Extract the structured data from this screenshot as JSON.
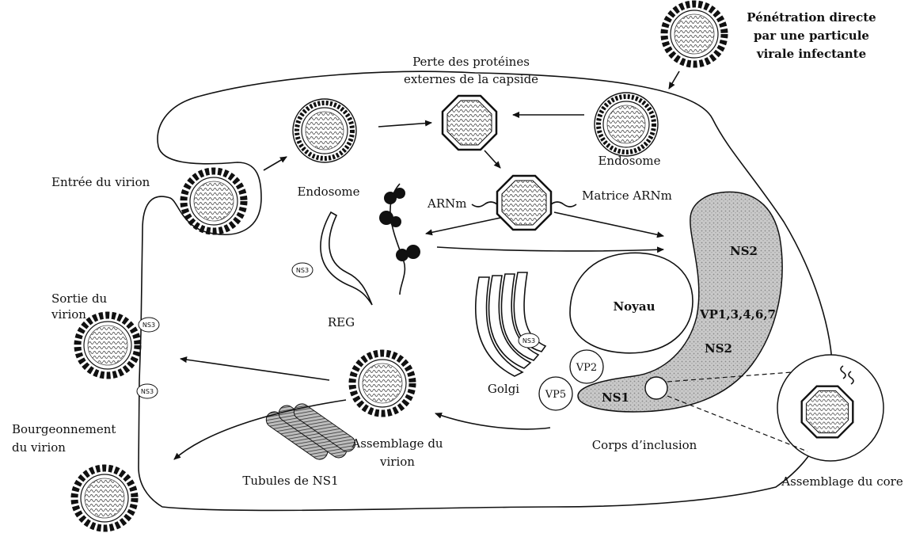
{
  "labels": {
    "penetration_line1": "Pénétration directe",
    "penetration_line2": "par une particule",
    "penetration_line3": "virale infectante",
    "perte_line1": "Perte des protéines",
    "perte_line2": "externes de la capside",
    "endosome_right": "Endosome",
    "endosome_left": "Endosome",
    "entree": "Entrée du virion",
    "arnm": "ARNm",
    "matrice": "Matrice ARNm",
    "ns2_top": "NS2",
    "noyau": "Noyau",
    "vp_list": "VP1,3,4,6,7",
    "ns2_mid": "NS2",
    "vp2": "VP2",
    "vp5": "VP5",
    "ns1_body": "NS1",
    "reg": "REG",
    "golgi": "Golgi",
    "sortie_line1": "Sortie du",
    "sortie_line2": "virion",
    "bourgeon_line1": "Bourgeonnement",
    "bourgeon_line2": "du virion",
    "assemblage_virion_line1": "Assemblage du",
    "assemblage_virion_line2": "virion",
    "corps": "Corps d’inclusion",
    "tubules": "Tubules de NS1",
    "assemblage_core": "Assemblage du core",
    "ns3_tag": "NS3"
  }
}
